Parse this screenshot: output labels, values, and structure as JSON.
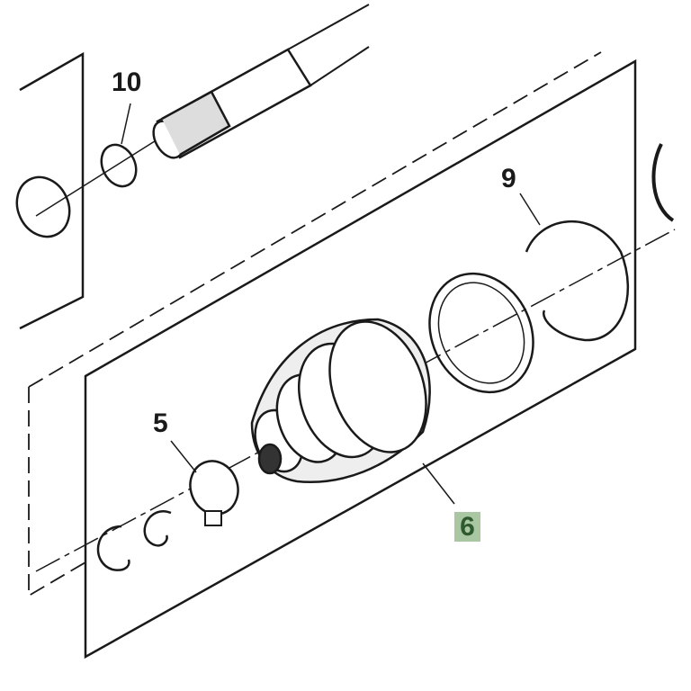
{
  "diagram": {
    "callouts": [
      {
        "id": "10",
        "label": "10"
      },
      {
        "id": "9",
        "label": "9"
      },
      {
        "id": "5",
        "label": "5"
      },
      {
        "id": "6",
        "label": "6",
        "highlighted": true
      }
    ],
    "colors": {
      "highlight": "#a9c7a2",
      "highlight_text": "#2e5a2e",
      "line": "#1a1a1a"
    }
  }
}
